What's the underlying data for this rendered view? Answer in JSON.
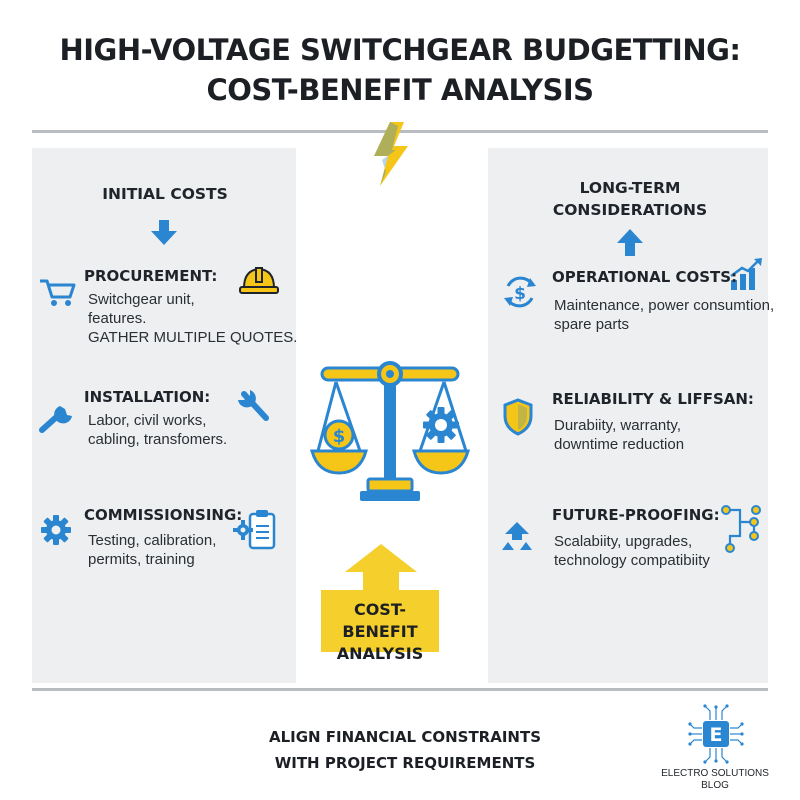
{
  "title": {
    "line1": "HIGH-VOLTAGE SWITCHGEAR BUDGETTING:",
    "line2": "COST-BENEFIT ANALYSIS"
  },
  "left": {
    "heading": "INITIAL COSTS",
    "sections": [
      {
        "title": "PROCUREMENT:",
        "lines": [
          "Switchgear unit,",
          "features.",
          "GATHER MULTIPLE QUOTES."
        ]
      },
      {
        "title": "INSTALLATION:",
        "lines": [
          "Labor, civil works,",
          "cabling, transfomers."
        ]
      },
      {
        "title": "COMMISSIONSING:",
        "lines": [
          "Testing, calibration,",
          "permits, training"
        ]
      }
    ]
  },
  "right": {
    "heading_line1": "LONG-TERM",
    "heading_line2": "CONSIDERATIONS",
    "sections": [
      {
        "title": "OPERATIONAL COSTS:",
        "lines": [
          "Maintenance, power consumtion,",
          "spare parts"
        ]
      },
      {
        "title": "RELIABILITY & LIFFSAN:",
        "lines": [
          "Durabiity, warranty,",
          "downtime reduction"
        ]
      },
      {
        "title": "FUTURE-PROOFING:",
        "lines": [
          "Scalabiity, upgrades,",
          "technology compatibiity"
        ]
      }
    ]
  },
  "center": {
    "box_line1": "COST-BENEFIT",
    "box_line2": "ANALYSIS",
    "dollar_symbol": "$"
  },
  "footer": {
    "line1": "ALIGN FINANCIAL CONSTRAINTS",
    "line2": "WITH PROJECT REQUIREMENTS"
  },
  "logo": {
    "letter": "E",
    "line1": "ELECTRO SOLUTIONS",
    "line2": "BLOG"
  },
  "colors": {
    "accent_blue": "#2a86d1",
    "accent_yellow": "#f5d02c",
    "panel_bg": "#eeeff0"
  },
  "icons": [
    "lightning-bolt-icon",
    "arrow-down-icon",
    "arrow-up-icon",
    "shopping-cart-icon",
    "hard-hat-icon",
    "wrench-icon",
    "gear-icon",
    "clipboard-gear-icon",
    "dollar-cycle-icon",
    "growth-chart-icon",
    "shield-icon",
    "upgrade-arrows-icon",
    "circuit-icon",
    "balance-scale-icon",
    "chip-logo-icon"
  ]
}
